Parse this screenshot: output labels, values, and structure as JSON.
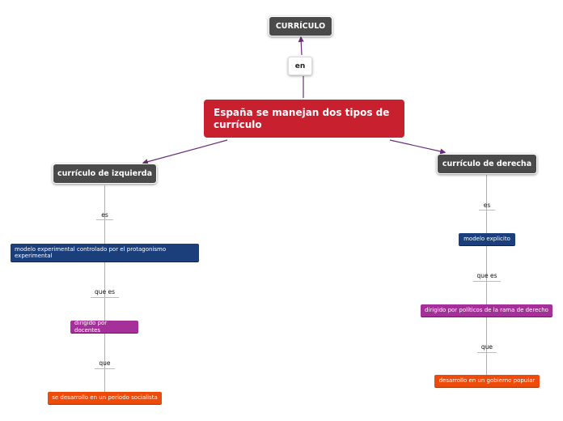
{
  "root": {
    "text": "CURRÍCULO"
  },
  "link_root": {
    "text": "en"
  },
  "central": {
    "text": "España se manejan dos tipos de currículo"
  },
  "left": {
    "title": "currículo de izquierda",
    "link1": "es",
    "box1": "modelo experimental controlado por el protagonismo experimental",
    "link2": "que es",
    "box2": "dirigido por docentes",
    "link3": "que",
    "box3": "se desarrollo en un periodo socialista"
  },
  "right": {
    "title": "currículo de derecha",
    "link1": "es",
    "box1": "modelo  explicito",
    "link2": "que es",
    "box2": "dirigido por políticos de la rama de derecho",
    "link3": "que",
    "box3": "desarrollo en un gobierno popular"
  },
  "colors": {
    "connector": "#6b2d7a",
    "line": "#b9a5c9",
    "central": "#c8202f",
    "dark_node": "#4a4a4a",
    "blue": "#1b3f7a",
    "purple": "#a6309a",
    "orange": "#ee4b0b"
  }
}
